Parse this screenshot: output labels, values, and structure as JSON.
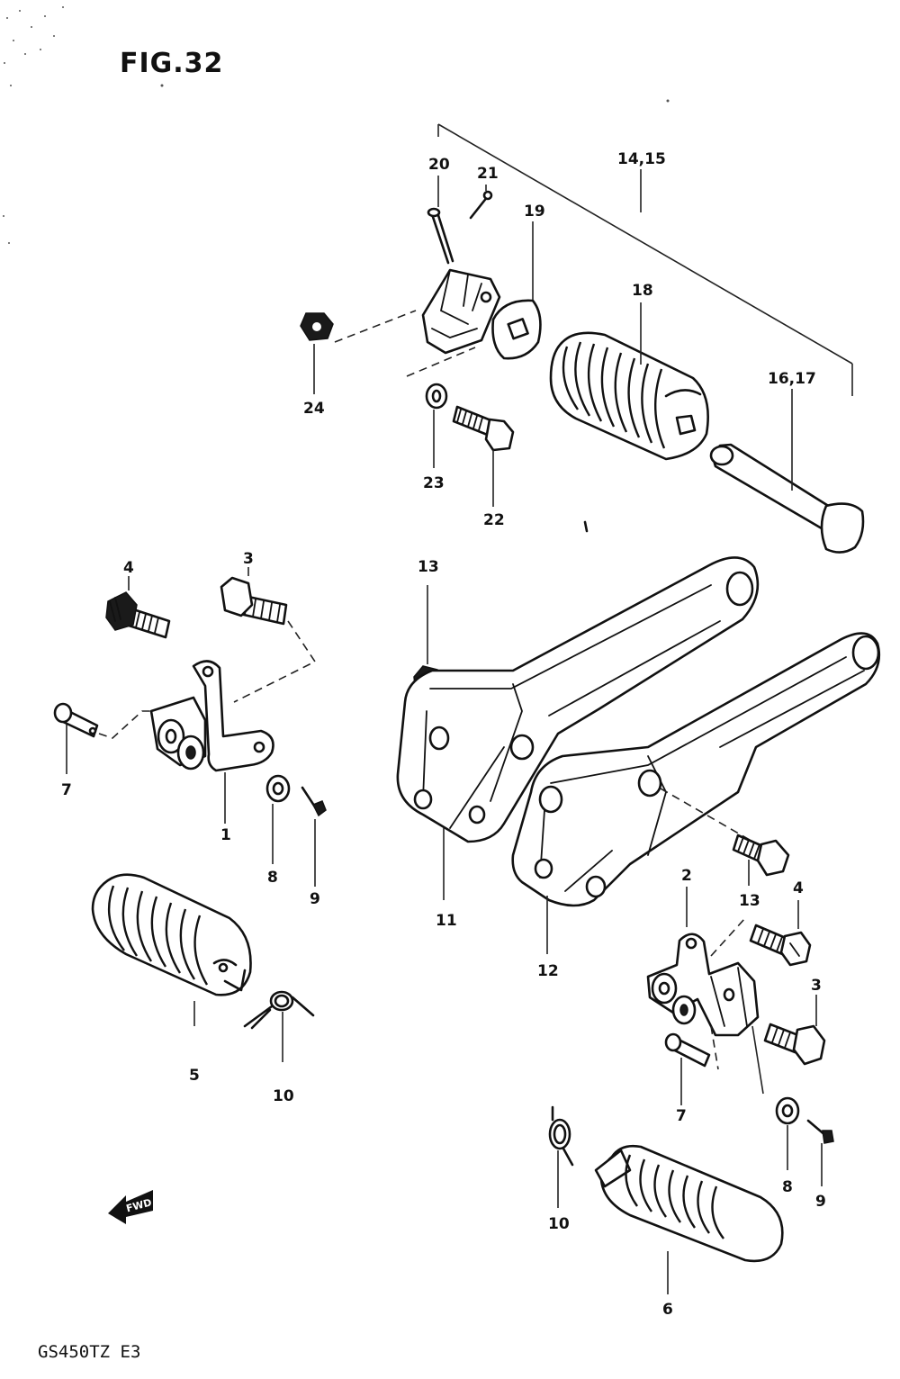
{
  "figure_title": "FIG.32",
  "model_code": "GS450TZ E3",
  "fwd_label": "FWD",
  "callouts": {
    "c20": "20",
    "c21": "21",
    "c19": "19",
    "c14_15": "14,15",
    "c18": "18",
    "c16_17": "16,17",
    "c24": "24",
    "c23": "23",
    "c22": "22",
    "c4a": "4",
    "c3a": "3",
    "c13a": "13",
    "c7a": "7",
    "c1": "1",
    "c8a": "8",
    "c9a": "9",
    "c11": "11",
    "c12": "12",
    "c13b": "13",
    "c2": "2",
    "c4b": "4",
    "c3b": "3",
    "c7b": "7",
    "c5": "5",
    "c10a": "10",
    "c8b": "8",
    "c9b": "9",
    "c10b": "10",
    "c6": "6"
  }
}
